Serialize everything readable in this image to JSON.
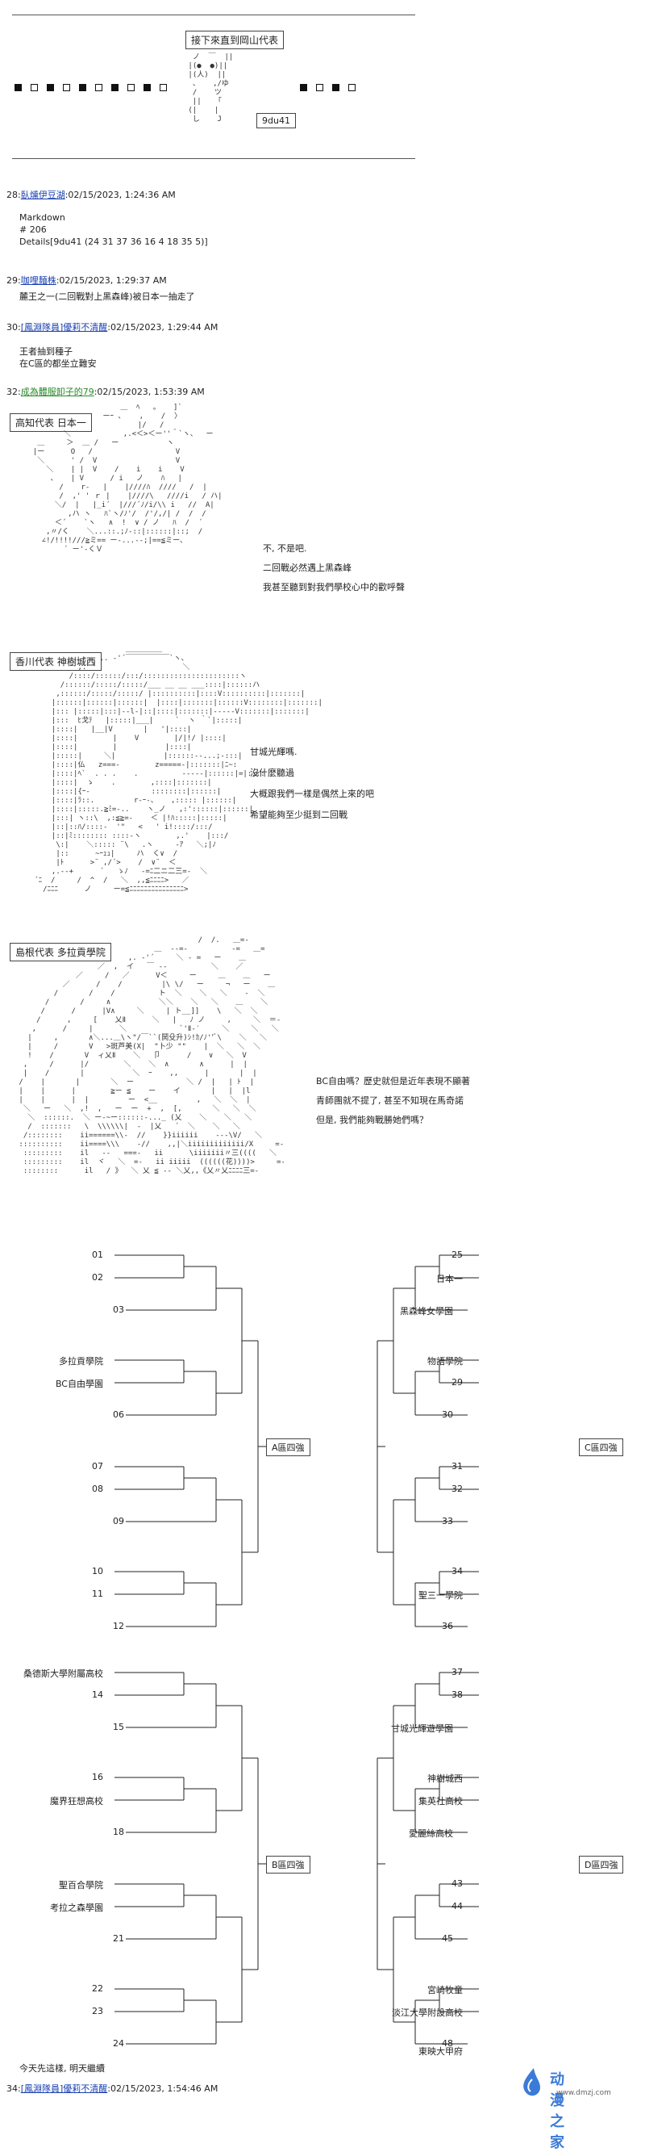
{
  "header": {
    "title_box": "接下來直到岡山代表",
    "id_box": "9du41",
    "squares": [
      "■",
      "□",
      "■",
      "□",
      "■",
      "□",
      "■",
      "□",
      "■",
      "□",
      "■",
      "□",
      "■",
      "□",
      "■",
      "□",
      "■",
      "□",
      "■",
      "□"
    ]
  },
  "posts": [
    {
      "num": "28:",
      "name": "臥燻伊豆湖",
      "date": ":02/15/2023, 1:24:36 AM",
      "lines": [
        "Markdown",
        "# 206",
        "Details[9du41 (24 31 37 36 16 4 18 35 5)]"
      ]
    },
    {
      "num": "29:",
      "name": "咖哩麵株",
      "date": ":02/15/2023, 1:29:37 AM",
      "lines": [
        "麓王之一(二回戰對上黑森峰)被日本一抽走了"
      ]
    },
    {
      "num": "30:",
      "name": "[鳳淵隊員]優莉不清醒",
      "date": ":02/15/2023, 1:29:44 AM",
      "lines": [
        "王者抽到種子",
        "在C區的都坐立難安"
      ]
    },
    {
      "num": "32:",
      "name": "成為體服卸子的79",
      "date": ":02/15/2023, 1:53:39 AM",
      "lines": []
    }
  ],
  "scenes": [
    {
      "label": "高知代表 日本一",
      "speech": [
        "不, 不是吧.",
        "二回戰必然遇上黑森峰",
        "我甚至聽到對我們學校心中的歡呼聲"
      ]
    },
    {
      "label": "香川代表 神樹城西",
      "speech": [
        "甘城光輝嗎.",
        "沒什麼聽過",
        "大概跟我們一樣是偶然上來的吧",
        "希望能夠至少挺到二回戰"
      ]
    },
    {
      "label": "島根代表 多拉貢學院",
      "speech": [
        "BC自由嗎？歷史就但是近年表現不顯著",
        "青師團就不提了, 甚至不知現在馬奇諾",
        "但是, 我們能夠戰勝她們嗎？"
      ]
    }
  ],
  "bracket": {
    "A": {
      "label": "A區四強",
      "entries": [
        "01",
        "02",
        "03",
        "多拉貢學院",
        "BC自由學園",
        "06",
        "07",
        "08",
        "09",
        "10",
        "11",
        "12"
      ]
    },
    "B": {
      "label": "B區四強",
      "entries": [
        "桑德斯大學附屬高校",
        "14",
        "15",
        "16",
        "魔界狂想高校",
        "18",
        "聖百合學院",
        "考拉之森學園",
        "21",
        "22",
        "23",
        "24"
      ]
    },
    "C": {
      "label": "C區四強",
      "entries": [
        "25",
        "日本一",
        "黑森峰女學園",
        "物語學院",
        "29",
        "30",
        "31",
        "32",
        "33",
        "34",
        "聖三一學院",
        "36"
      ]
    },
    "D": {
      "label": "D區四強",
      "entries": [
        "37",
        "38",
        "甘城光輝遊學園",
        "神樹城西",
        "集英社高校",
        "愛麗絲高校",
        "43",
        "44",
        "45",
        "宮崎牧童",
        "淡江大學附設高校",
        "48",
        "東映大甲府"
      ]
    }
  },
  "footer": {
    "line1": "今天先這樣, 明天繼續",
    "num": "34:",
    "name": "[鳳淵隊員]優莉不清醒",
    "date": ":02/15/2023, 1:54:46 AM",
    "watermark": "动漫之家",
    "watermark_url": "www.dmzj.com"
  }
}
